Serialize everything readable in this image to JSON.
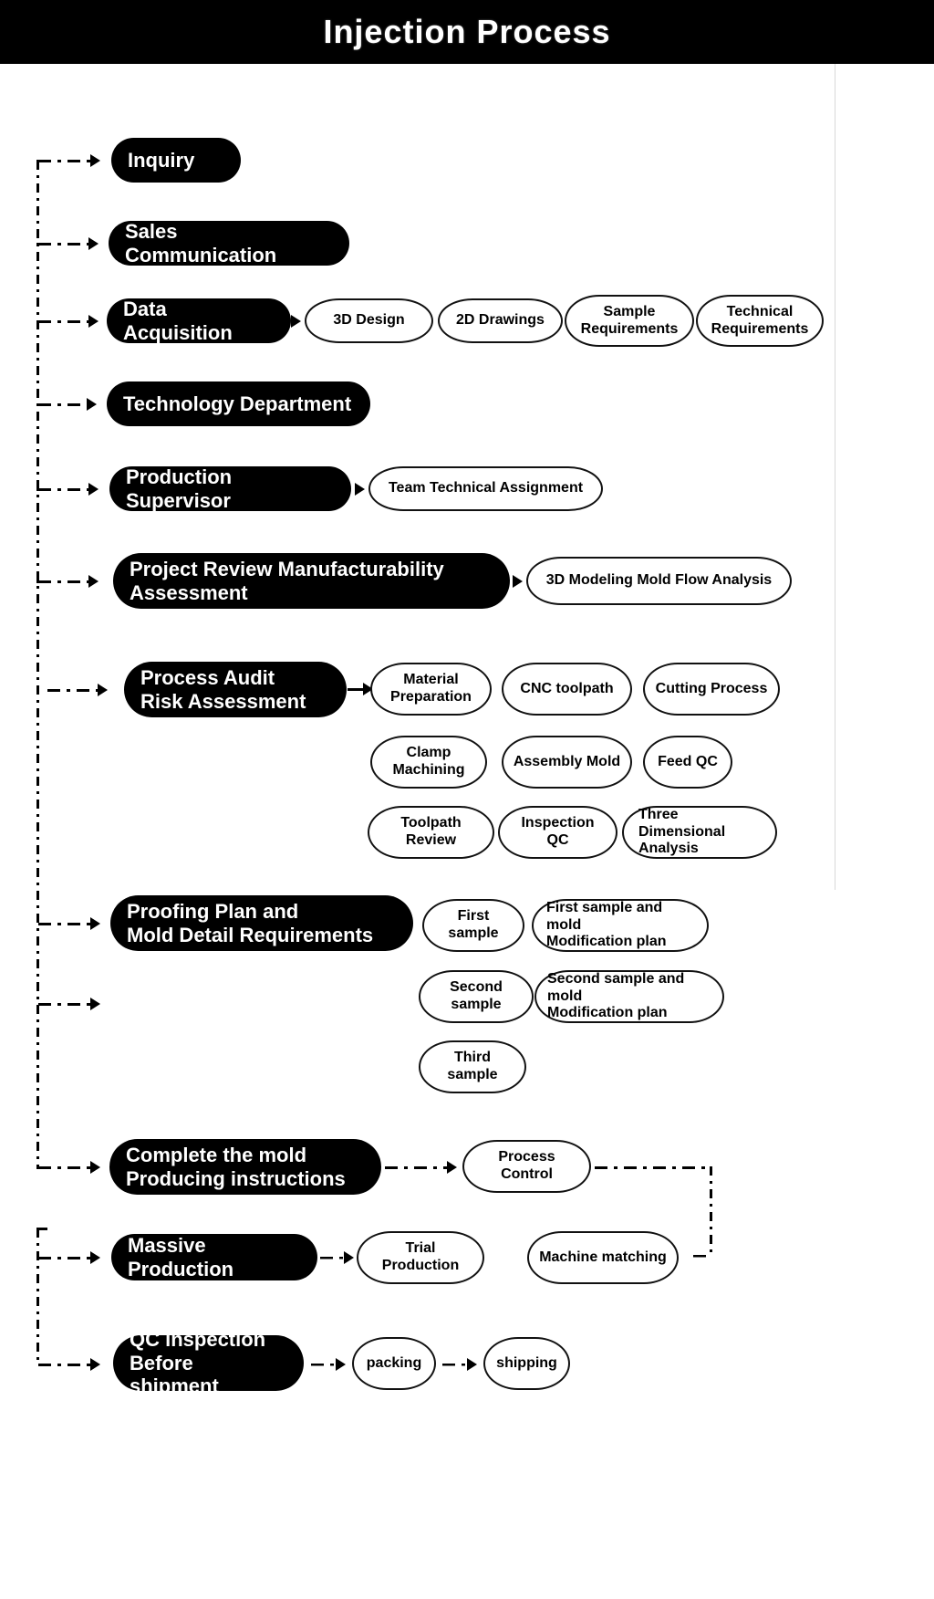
{
  "header": {
    "title": "Injection Process"
  },
  "flow": {
    "steps": [
      {
        "id": "inquiry",
        "label": "Inquiry",
        "subs": []
      },
      {
        "id": "sales-communication",
        "label": "Sales Communication",
        "subs": []
      },
      {
        "id": "data-acquisition",
        "label": "Data Acquisition",
        "subs": [
          "3D Design",
          "2D Drawings",
          "Sample\nRequirements",
          "Technical\nRequirements"
        ]
      },
      {
        "id": "technology-department",
        "label": "Technology Department",
        "subs": []
      },
      {
        "id": "production-supervisor",
        "label": "Production Supervisor",
        "subs": [
          "Team Technical Assignment"
        ]
      },
      {
        "id": "project-review",
        "label": "Project Review Manufacturability\nAssessment",
        "subs": [
          "3D Modeling Mold Flow Analysis"
        ]
      },
      {
        "id": "process-audit",
        "label": "Process Audit\nRisk Assessment",
        "subs": [
          "Material\nPreparation",
          "CNC toolpath",
          "Cutting Process",
          "Clamp\nMachining",
          "Assembly Mold",
          "Feed QC",
          "Toolpath Review",
          "Inspection QC",
          "Three Dimensional\nAnalysis"
        ]
      },
      {
        "id": "proofing-plan",
        "label": "Proofing Plan and\nMold Detail Requirements",
        "subs": [
          "First sample",
          "First sample and mold\nModification plan",
          "Second sample",
          "Second sample and mold\nModification plan",
          "Third sample"
        ]
      },
      {
        "id": "complete-the-mold",
        "label": "Complete the mold\nProducing instructions",
        "subs": [
          "Process Control"
        ]
      },
      {
        "id": "massive-production",
        "label": "Massive Production",
        "subs": [
          "Trial Production",
          "Machine matching"
        ]
      },
      {
        "id": "qc-inspection",
        "label": "QC inspection\nBefore shipment",
        "subs": [
          "packing",
          "shipping"
        ]
      }
    ]
  },
  "colors": {
    "header_background": "#000000",
    "header_text": "#ffffff",
    "main_node_background": "#000000",
    "main_node_text": "#ffffff",
    "sub_node_background": "#ffffff",
    "sub_node_border": "#111111",
    "connector": "#000000",
    "page_background": "#ffffff"
  }
}
